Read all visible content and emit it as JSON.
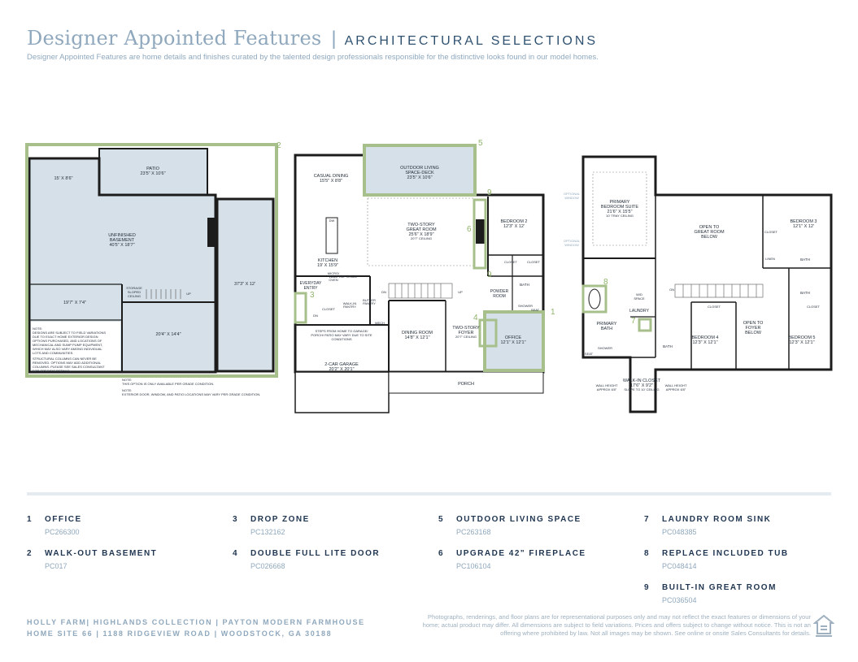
{
  "header": {
    "title": "Designer Appointed Features",
    "separator": "|",
    "section": "ARCHITECTURAL SELECTIONS",
    "description": "Designer Appointed Features are home details and finishes curated by the talented design professionals responsible for the distinctive looks found in our model homes."
  },
  "colors": {
    "accent_green": "#a7c08b",
    "room_fill": "#d5e0e8",
    "wall": "#1c1c1c",
    "title_blue": "#8fa8bd",
    "navy": "#1f3550"
  },
  "basement": {
    "patio": "PATIO",
    "patio_dim": "23'5\" X 10'6\"",
    "room_a": "15' X 8'6\"",
    "unfinished": "UNFINISHED",
    "basement": "BASEMENT",
    "basement_dim": "40'5\" X 18'7\"",
    "right_room": "37'3\" X 12'",
    "storage": "STORAGE",
    "sloped": "SLOPED",
    "ceiling": "CEILING",
    "up": "UP",
    "room_b": "19'7\" X 7'4\"",
    "room_c": "20'4\" X 14'4\"",
    "note_title": "NOTE:",
    "note_lines": [
      "DESIGNS ARE SUBJECT TO FIELD VARIATIONS",
      "DUE TO EXACT HOME EXTERIOR DESIGN",
      "OPTIONS PURCHASED, AND LOCATIONS OF",
      "MECHANICAL AND SUMP PUMP EQUIPMENT,",
      "WHICH MAY ALSO VARY AMONG INDIVIDUAL",
      "LOTS AND COMMUNITIES."
    ],
    "note2_lines": [
      "STRUCTURAL COLUMNS CAN NEVER BE",
      "REMOVED. OPTIONS MAY ADD ADDITIONAL",
      "COLUMNS. PLEASE SEE SALES CONSULTANT",
      "FOR SPECIFIC DETAILS."
    ],
    "bottom_note1_title": "NOTE:",
    "bottom_note1": "THIS OPTION IS ONLY AVAILABLE PER GRADE CONDITION.",
    "bottom_note2_title": "NOTE:",
    "bottom_note2": "EXTERIOR DOOR, WINDOW, AND PATIO LOCATIONS MAY VARY PER GRADE CONDITION."
  },
  "main_floor": {
    "casual_dining": "CASUAL DINING",
    "casual_dining_dim": "15'5\" X 8'8\"",
    "outdoor1": "OUTDOOR LIVING",
    "outdoor2": "SPACE-DECK",
    "outdoor_dim": "23'5\" X 10'6\"",
    "great1": "TWO-STORY",
    "great2": "GREAT ROOM",
    "great_dim": "25'6\" X 18'9\"",
    "great_ceiling": "20'7\" CEILING",
    "bedroom2": "BEDROOM 2",
    "bedroom2_dim": "12'3\" X 12'",
    "kitchen": "KITCHEN",
    "kitchen_dim": "19' X 15'9\"",
    "dw": "DW",
    "micro": "MICRO/",
    "wall_oven": "WALL",
    "oven": "OVEN",
    "ref_space": "REF SPACE",
    "closet": "CLOSET",
    "bath": "BATH",
    "powder": "POWDER",
    "room": "ROOM",
    "shower": "SHOWER",
    "seat": "SEAT",
    "everyday": "EVERYDAY",
    "entry": "ENTRY",
    "walkin": "WALK-IN",
    "pantry": "PANTRY",
    "butler": "BUTLER",
    "butler_pantry": "PANTRY",
    "dn": "DN",
    "up": "UP",
    "mech": "MECH",
    "dining": "DINING ROOM",
    "dining_dim": "14'8\" X 12'1\"",
    "foyer1": "TWO-STORY",
    "foyer2": "FOYER",
    "foyer_ceiling": "20'7\" CEILING",
    "office": "OFFICE",
    "office_dim": "12'1\" X 12'1\"",
    "steps1": "STEPS FROM HOME TO GARAGE/",
    "steps2": "PORCH/ PATIO MAY VARY DUE TO SITE",
    "steps3": "CONDITIONS",
    "garage": "2-CAR GARAGE",
    "garage_dim": "20'2\" X 20'1\"",
    "porch": "PORCH"
  },
  "upper_floor": {
    "optional_window": "OPTIONAL",
    "window": "WINDOW",
    "primary_suite1": "PRIMARY",
    "primary_suite2": "BEDROOM SUITE",
    "primary_suite_dim": "21'6\" X 15'5\"",
    "tray": "10' TRAY CEILING",
    "open_great1": "OPEN TO",
    "open_great2": "GREAT ROOM",
    "open_great3": "BELOW",
    "bedroom3": "BEDROOM 3",
    "bedroom3_dim": "12'1\" X 12'",
    "closet": "CLOSET",
    "linen": "LINEN",
    "bath": "BATH",
    "wd1": "W/D",
    "wd2": "SPACE",
    "laundry": "LAUNDRY",
    "on": "ON",
    "primary_bath1": "PRIMARY",
    "primary_bath2": "BATH",
    "shower": "SHOWER",
    "seat": "SEAT",
    "bedroom4": "BEDROOM 4",
    "bedroom4_dim": "12'3\" X 12'1\"",
    "open_foyer1": "OPEN TO",
    "open_foyer2": "FOYER",
    "open_foyer3": "BELOW",
    "bedroom5": "BEDROOM 5",
    "bedroom5_dim": "12'3\" X 12'1\"",
    "walkin1": "WALK-IN CLOSET",
    "walkin_dim": "17'6\" X 9'2\"",
    "walkin_slope": "SLOPE TO 10' CEILING",
    "wall_height": "WALL HEIGHT",
    "approx": "APPROX 6'8\""
  },
  "markers": [
    "1",
    "2",
    "3",
    "4",
    "5",
    "6",
    "7",
    "8",
    "9"
  ],
  "legend": [
    {
      "num": "1",
      "name": "OFFICE",
      "code": "PC266300"
    },
    {
      "num": "2",
      "name": "WALK-OUT BASEMENT",
      "code": "PC017"
    },
    {
      "num": "3",
      "name": "DROP ZONE",
      "code": "PC132162"
    },
    {
      "num": "4",
      "name": "DOUBLE FULL LITE DOOR",
      "code": "PC026668"
    },
    {
      "num": "5",
      "name": "OUTDOOR LIVING SPACE",
      "code": "PC263168"
    },
    {
      "num": "6",
      "name": "UPGRADE 42\" FIREPLACE",
      "code": "PC106104"
    },
    {
      "num": "7",
      "name": "LAUNDRY ROOM SINK",
      "code": "PC048385"
    },
    {
      "num": "8",
      "name": "REPLACE INCLUDED TUB",
      "code": "PC048414"
    },
    {
      "num": "9",
      "name": "BUILT-IN GREAT ROOM",
      "code": "PC036504"
    }
  ],
  "footer": {
    "line1": "HOLLY FARM|  HIGHLANDS COLLECTION  |  PAYTON MODERN FARMHOUSE",
    "line2": "HOME SITE 66  |  1188 RIDGEVIEW ROAD |  WOODSTOCK, GA 30188",
    "disclaimer": "Photographs, renderings, and floor plans are for representational purposes only and may not reflect the exact features or dimensions of your home; actual product may differ. All dimensions are subject to field variations. Prices and offers subject to change without notice. This is not an offering where prohibited by law. Not all images may be shown. See online or onsite Sales Consultants for details.",
    "eho_icon": "equal-housing-opportunity-icon"
  }
}
